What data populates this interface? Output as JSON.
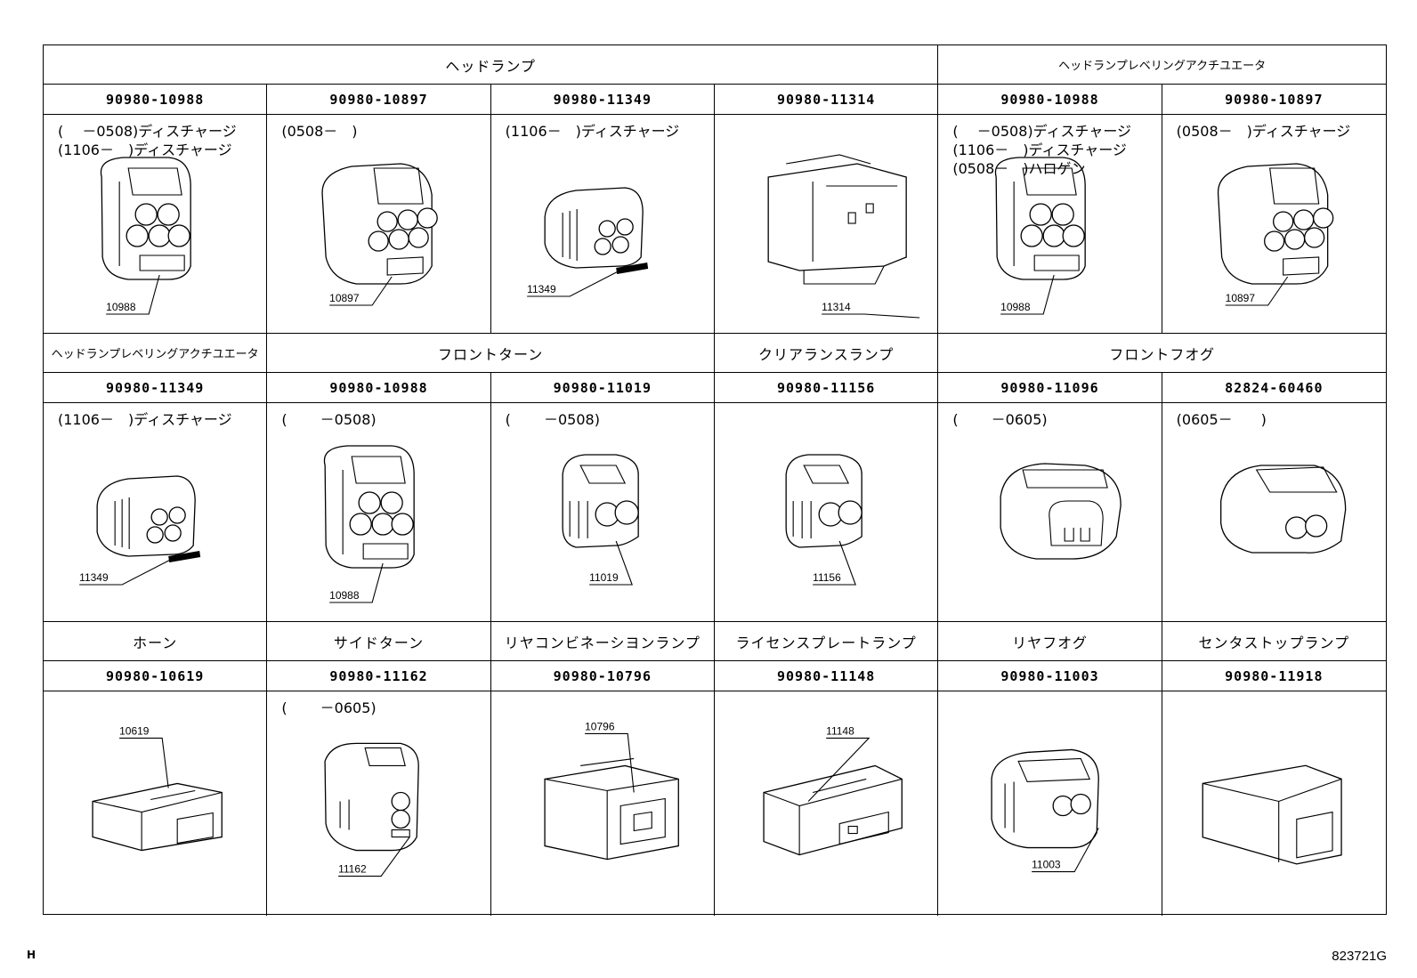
{
  "sections": [
    {
      "headers": [
        {
          "text": "ヘッドランプ",
          "span": 4,
          "small": false
        },
        {
          "text": "ヘッドランプレベリングアクチユエータ",
          "span": 2,
          "small": true
        }
      ],
      "cells": [
        {
          "part": "90980-10988",
          "note": "(　 －0508)ディスチャージ\n(1106－　)ディスチャージ",
          "label": "10988",
          "shape": "round6"
        },
        {
          "part": "90980-10897",
          "note": "(0508－　)",
          "label": "10897",
          "shape": "round6b"
        },
        {
          "part": "90980-11349",
          "note": "(1106－　)ディスチャージ",
          "label": "11349",
          "shape": "small"
        },
        {
          "part": "90980-11314",
          "note": "",
          "label": "11314",
          "shape": "box"
        },
        {
          "part": "90980-10988",
          "note": "(　 －0508)ディスチャージ\n(1106－　)ディスチャージ\n(0508－　)ハロゲン",
          "label": "10988",
          "shape": "round6"
        },
        {
          "part": "90980-10897",
          "note": "(0508－　)ディスチャージ",
          "label": "10897",
          "shape": "round6b"
        }
      ]
    },
    {
      "headers": [
        {
          "text": "ヘッドランプレベリングアクチユエータ",
          "span": 1,
          "small": true
        },
        {
          "text": "フロントターン",
          "span": 2,
          "small": false
        },
        {
          "text": "クリアランスランプ",
          "span": 1,
          "small": false
        },
        {
          "text": "フロントフオグ",
          "span": 2,
          "small": false
        }
      ],
      "cells": [
        {
          "part": "90980-11349",
          "note": "(1106－　)ディスチャージ",
          "label": "11349",
          "shape": "small"
        },
        {
          "part": "90980-10988",
          "note": "(　　 －0508)",
          "label": "10988",
          "shape": "round6"
        },
        {
          "part": "90980-11019",
          "note": "(　　 －0508)",
          "label": "11019",
          "shape": "two"
        },
        {
          "part": "90980-11156",
          "note": "",
          "label": "11156",
          "shape": "two"
        },
        {
          "part": "90980-11096",
          "note": "(　　 －0605)",
          "label": "",
          "shape": "oval"
        },
        {
          "part": "82824-60460",
          "note": "(0605－　　)",
          "label": "",
          "shape": "oval2"
        }
      ]
    },
    {
      "headers": [
        {
          "text": "ホーン",
          "span": 1,
          "small": false
        },
        {
          "text": "サイドターン",
          "span": 1,
          "small": false
        },
        {
          "text": "リヤコンビネーシヨンランプ",
          "span": 1,
          "small": false
        },
        {
          "text": "ライセンスプレートランプ",
          "span": 1,
          "small": false
        },
        {
          "text": "リヤフオグ",
          "span": 1,
          "small": false
        },
        {
          "text": "センタストップランプ",
          "span": 1,
          "small": false
        }
      ],
      "cells": [
        {
          "part": "90980-10619",
          "note": "",
          "label": "10619",
          "shape": "flat"
        },
        {
          "part": "90980-11162",
          "note": "(　　 －0605)",
          "label": "11162",
          "shape": "side"
        },
        {
          "part": "90980-10796",
          "note": "",
          "label": "10796",
          "shape": "rect2"
        },
        {
          "part": "90980-11148",
          "note": "",
          "label": "11148",
          "shape": "long"
        },
        {
          "part": "90980-11003",
          "note": "",
          "label": "11003",
          "shape": "fog"
        },
        {
          "part": "90980-11918",
          "note": "",
          "label": "",
          "shape": "center"
        }
      ]
    }
  ],
  "footer": {
    "left": "H",
    "right": "823721G"
  }
}
